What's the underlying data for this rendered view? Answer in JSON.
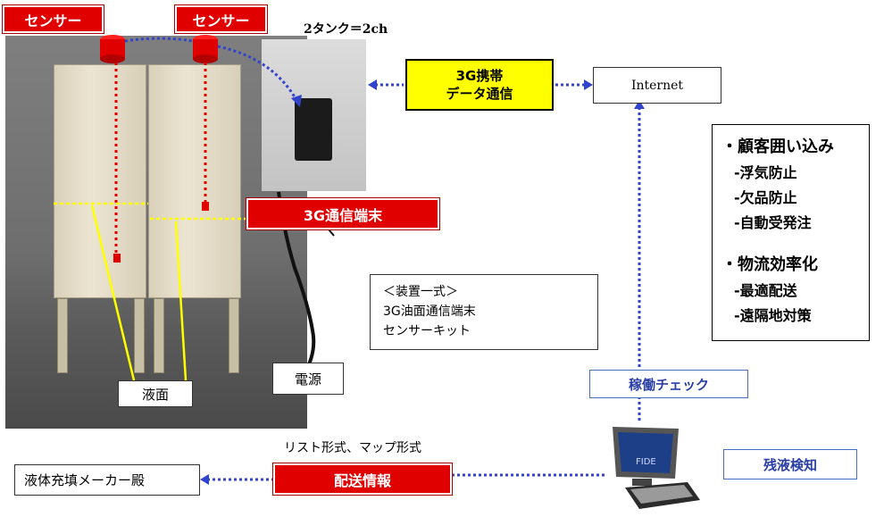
{
  "labels": {
    "sensor_left": "センサー",
    "sensor_right": "センサー",
    "tank_caption": "2タンク＝2ch",
    "comm_line1": "3G携帯",
    "comm_line2": "データ通信",
    "internet": "Internet",
    "terminal": "3G通信端末",
    "power": "電源",
    "liquid_surface": "液面",
    "set_title": "＜装置一式＞",
    "set_item1": "3G油面通信端末",
    "set_item2": "センサーキット",
    "operation_check": "稼働チェック",
    "residual_detect": "残液検知",
    "list_format": "リスト形式、マップ形式",
    "delivery_info": "配送情報",
    "maker": "液体充填メーカー殿",
    "pc_brand": "FIDE"
  },
  "benefits": {
    "group1_title": "・顧客囲い込み",
    "group1_items": [
      "-浮気防止",
      "-欠品防止",
      "-自動受発注"
    ],
    "group2_title": "・物流効率化",
    "group2_items": [
      "-最適配送",
      "-遠隔地対策"
    ]
  },
  "colors": {
    "red_label": "#e00000",
    "yellow_box": "#ffff00",
    "arrow_blue": "#3344cc",
    "sensor_dotted": "#e00000",
    "level_dotted": "#ffff00"
  }
}
